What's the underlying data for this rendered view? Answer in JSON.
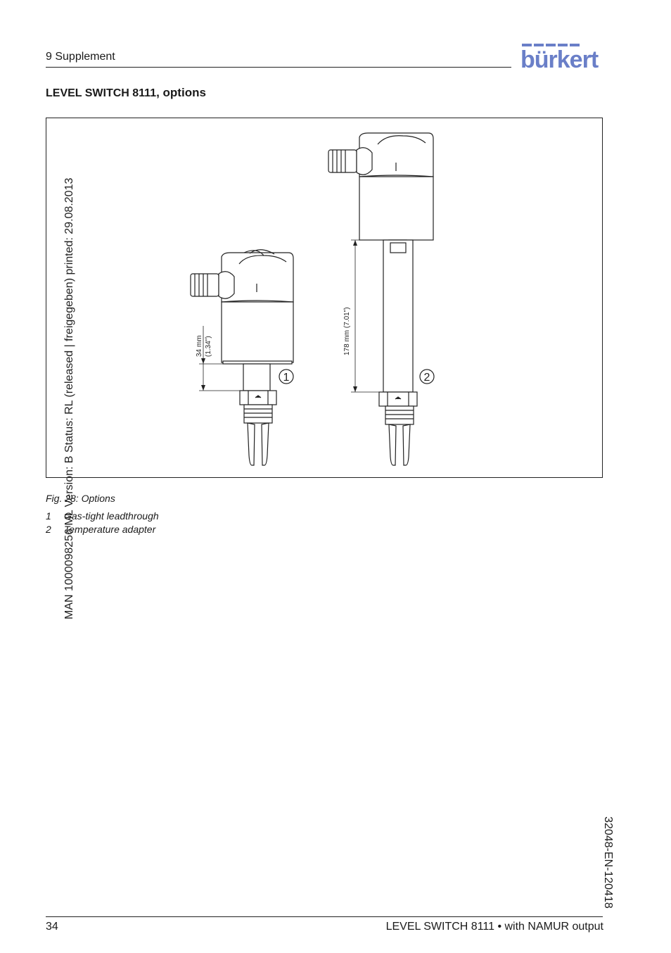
{
  "header": {
    "section": "9   Supplement"
  },
  "brand": {
    "logo_text": "bürkert",
    "color": "#6a7fc8"
  },
  "title": {
    "main": "LEVEL SWITCH 8111",
    "suffix": ", options"
  },
  "figure": {
    "dimension_1_metric": "34 mm",
    "dimension_1_imperial": "(1.34\")",
    "dimension_2": "178 mm (7.01\")",
    "callout_1": "1",
    "callout_2": "2",
    "caption": "Fig. 28: Options"
  },
  "legend": [
    {
      "num": "1",
      "text": "Gas-tight leadthrough"
    },
    {
      "num": "2",
      "text": "Temperature adapter"
    }
  ],
  "watermark": "MAN  1000098256  ML  Version: B  Status: RL (released | freigegeben)  printed: 29.08.2013",
  "doc_code": "32048-EN-120418",
  "footer": {
    "page": "34",
    "title": "LEVEL SWITCH 8111 • with NAMUR output"
  }
}
